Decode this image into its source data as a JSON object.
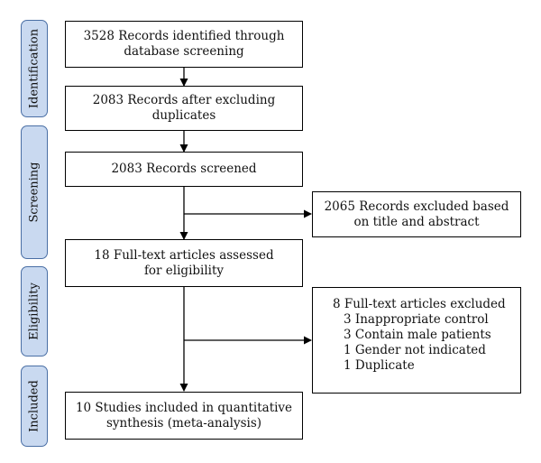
{
  "stages": {
    "identification": "Identification",
    "screening": "Screening",
    "eligibility": "Eligibility",
    "included": "Included"
  },
  "boxes": {
    "identified": [
      "3528 Records identified through",
      "database screening"
    ],
    "after_duplicates": [
      "2083 Records after excluding",
      "duplicates"
    ],
    "screened": [
      "2083 Records screened"
    ],
    "excluded_title": [
      "2065 Records excluded based",
      "on title and abstract"
    ],
    "fulltext": [
      "18 Full-text articles assessed",
      "for eligibility"
    ],
    "fulltext_excluded": {
      "heading": "8 Full-text articles excluded",
      "reasons": [
        "3 Inappropriate control",
        "3 Contain male patients",
        "1 Gender not indicated",
        "1 Duplicate"
      ]
    },
    "included": [
      "10 Studies included in quantitative",
      "synthesis (meta-analysis)"
    ]
  }
}
